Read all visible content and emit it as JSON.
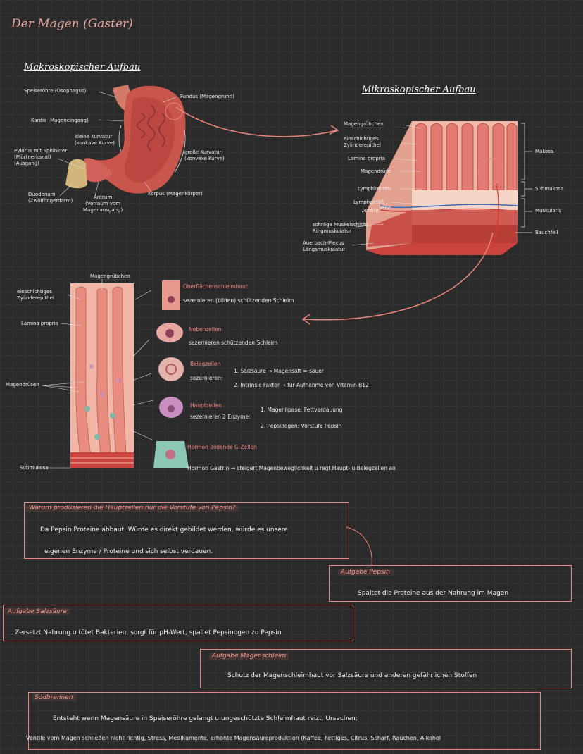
{
  "title": "Der Magen (Gaster)",
  "macro": {
    "heading": "Makroskopischer Aufbau",
    "labels": {
      "speiseroehre": "Speiseröhre (Ösophagus)",
      "fundus": "Fundus (Magengrund)",
      "kardia": "Kardia (Mageneingang)",
      "kleine_kurvatur": "kleine Kurvatur\n(konkave Kurve)",
      "pylorus": "Pylorus mit Sphinkter\n(Pförtnerkanal)\n(Ausgang)",
      "grosse_kurvatur": "große Kurvatur\n(konvexe Kurve)",
      "duodenum": "Duodenum\n(Zwölffingerdarm)",
      "antrum": "Antrum\n(Vorraum vom\nMagenausgang)",
      "korpus": "Korpus (Magenkörper)"
    }
  },
  "micro": {
    "heading": "Mikroskopischer Aufbau",
    "labels": {
      "magengruebchen": "Magengrübchen",
      "epithel": "einschichtiges\nZylinderepithel",
      "lamina": "Lamina propria",
      "magendruese": "Magendrüse",
      "lymphknoten": "Lymphknoten",
      "lymphgefaess": "Lymphgefäß",
      "vene": "Vene",
      "arterie": "Arterie",
      "muskelschicht": "schräge Muskelschicht\nRingmuskulatur",
      "auerbach": "Auerbach-Plexus\nLängsmuskulatur",
      "mukosa": "Mukosa",
      "submukosa": "Submukosa",
      "muskularis": "Muskularis",
      "bauchfell": "Bauchfell"
    }
  },
  "gland": {
    "labels": {
      "magengruebchen": "Magengrübchen",
      "epithel": "einschichtiges\nZylinderepithel",
      "lamina": "Lamina propria",
      "magendruesen": "Magendrüsen",
      "submukosa": "Submukosa"
    },
    "cells": [
      {
        "name": "Oberflächenschleimhaut",
        "lines": [
          "sezernieren (bilden) schützenden Schleim"
        ]
      },
      {
        "name": "Nebenzellen",
        "lines": [
          "sezernieren schützenden Schleim"
        ]
      },
      {
        "name": "Belegzellen",
        "lines": [
          "sezernieren:"
        ],
        "items": [
          "1. Salzsäure → Magensaft = sauer",
          "2. Intrinsic Faktor → für Aufnahme von Vitamin B12"
        ]
      },
      {
        "name": "Hauptzellen",
        "lines": [
          "sezernieren 2 Enzyme:"
        ],
        "items": [
          "1. Magenlipase: Fettverdauung",
          "2. Pepsinogen: Vorstufe Pepsin"
        ]
      },
      {
        "name": "Hormon bildende G-Zellen",
        "lines": [
          "Hormon Gastrin → steigert Magenbeweglichkeit u regt Haupt- u Belegzellen an"
        ]
      }
    ]
  },
  "boxes": {
    "question": {
      "label": "Warum produzieren die Hauptzellen nur die Vorstufe von Pepsin?",
      "line1": "Da Pepsin Proteine abbaut. Würde es direkt gebildet werden, würde es unsere",
      "line2": "eigenen Enzyme / Proteine und sich selbst verdauen."
    },
    "pepsin": {
      "label": "Aufgabe Pepsin",
      "text": "Spaltet die Proteine aus der Nahrung im Magen"
    },
    "salzsaeure": {
      "label": "Aufgabe Salzsäure",
      "text": "Zersetzt Nahrung u tötet Bakterien, sorgt für pH-Wert, spaltet Pepsinogen zu Pepsin"
    },
    "magenschleim": {
      "label": "Aufgabe Magenschleim",
      "text": "Schutz der Magenschleimhaut vor Salzsäure und anderen gefährlichen Stoffen"
    },
    "sodbrennen": {
      "label": "Sodbrennen",
      "line1": "Entsteht wenn Magensäure in Speiseröhre gelangt u ungeschützte Schleimhaut reizt. Ursachen:",
      "line2": "Ventile vom Magen schließen nicht richtig, Stress, Medikamente, erhöhte Magensäureproduktion (Kaffee, Fettiges, Citrus, Scharf, Rauchen, Alkohol"
    }
  },
  "colors": {
    "background": "#2b2b2b",
    "accent": "#e8857c",
    "tissue": "#e79a8d",
    "muscle": "#c9443f"
  }
}
